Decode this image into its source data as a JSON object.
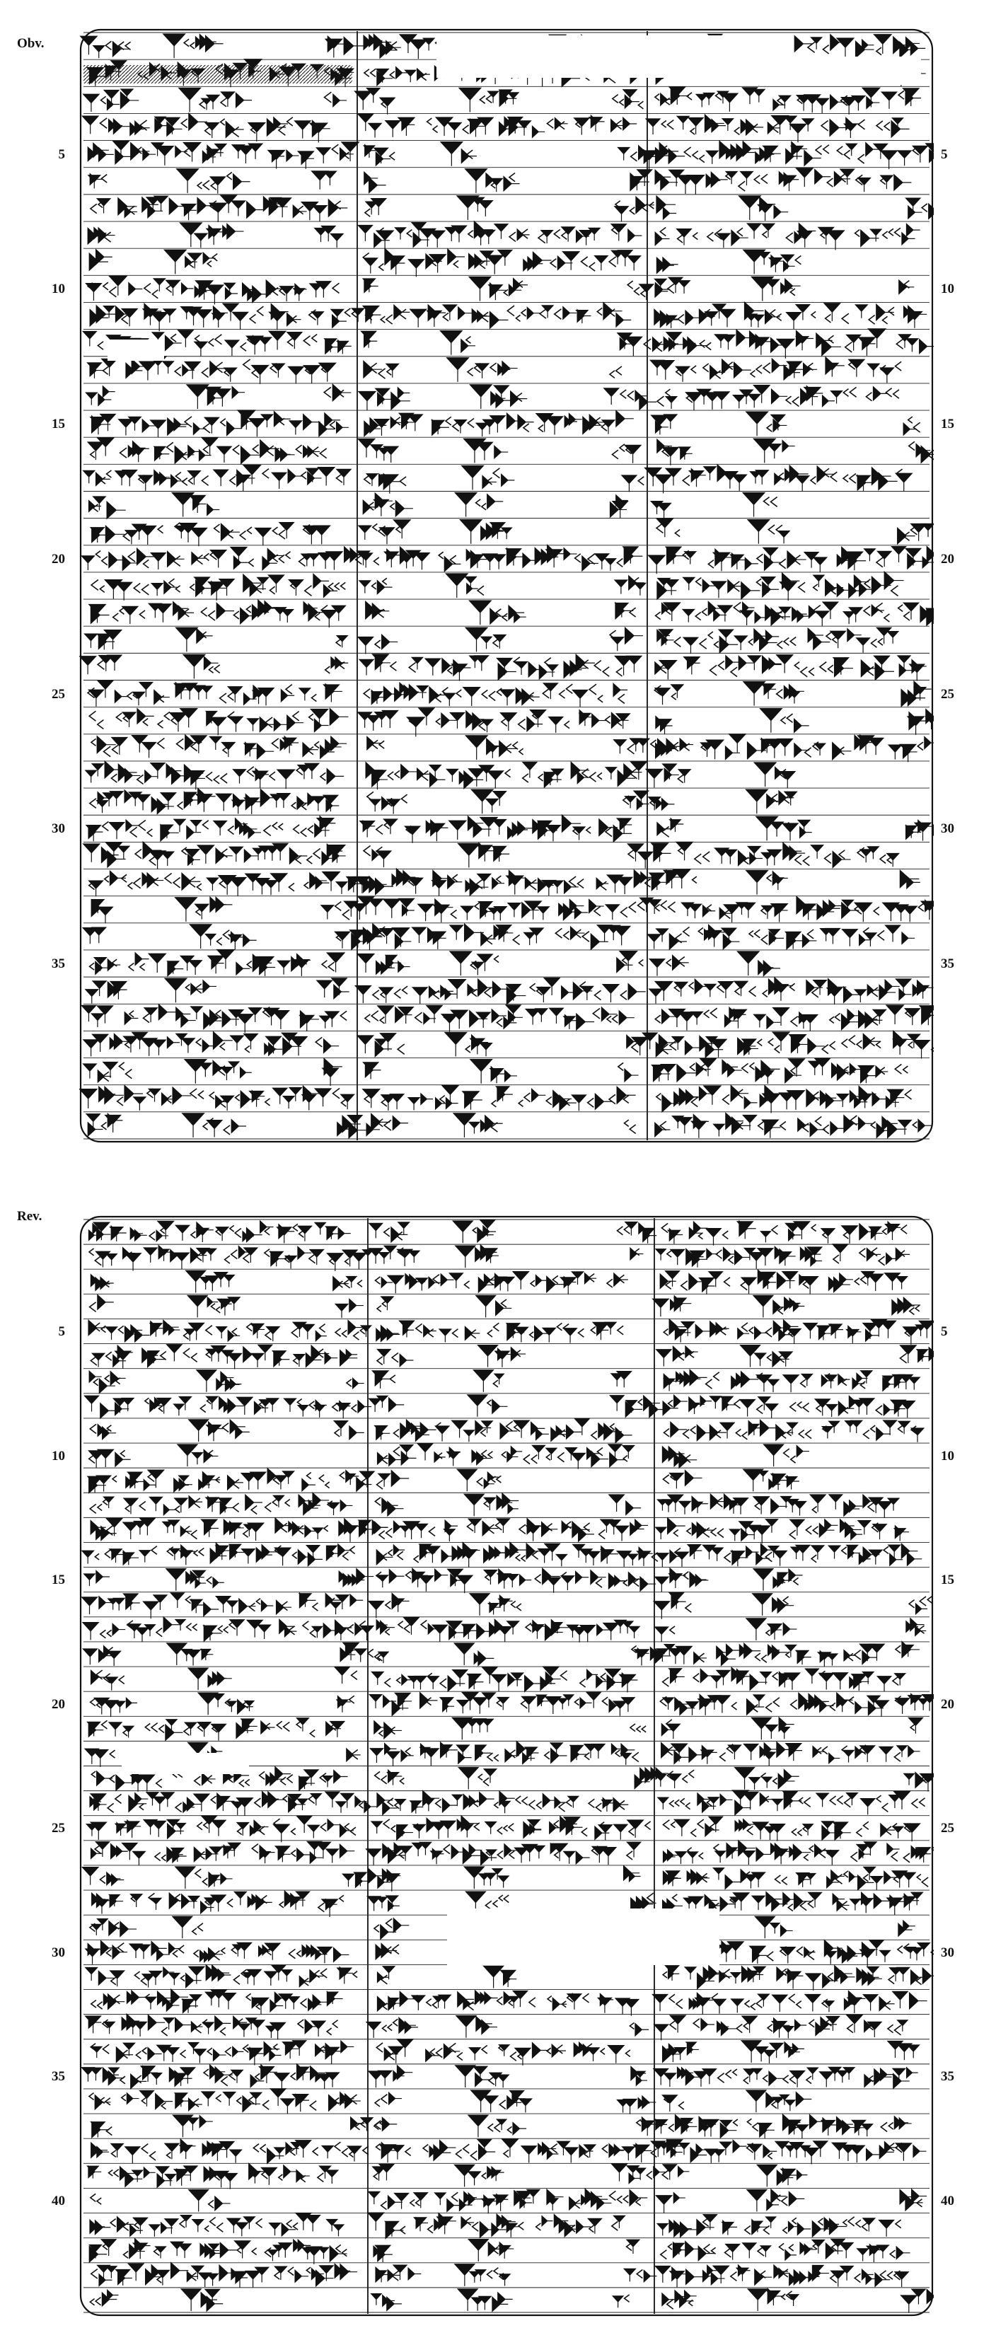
{
  "obverse": {
    "label": "Obv.",
    "left_line_numbers": [
      "5",
      "10",
      "15",
      "20",
      "25",
      "30",
      "35"
    ],
    "right_line_numbers": [
      "5",
      "10",
      "15",
      "20",
      "25",
      "30",
      "35"
    ],
    "columns": 3,
    "rows": 41
  },
  "reverse": {
    "label": "Rev.",
    "left_line_numbers": [
      "5",
      "10",
      "15",
      "20",
      "25",
      "30",
      "35",
      "40"
    ],
    "right_line_numbers": [
      "5",
      "10",
      "15",
      "20",
      "25",
      "30",
      "35",
      "40"
    ],
    "columns": 3,
    "rows": 44
  }
}
